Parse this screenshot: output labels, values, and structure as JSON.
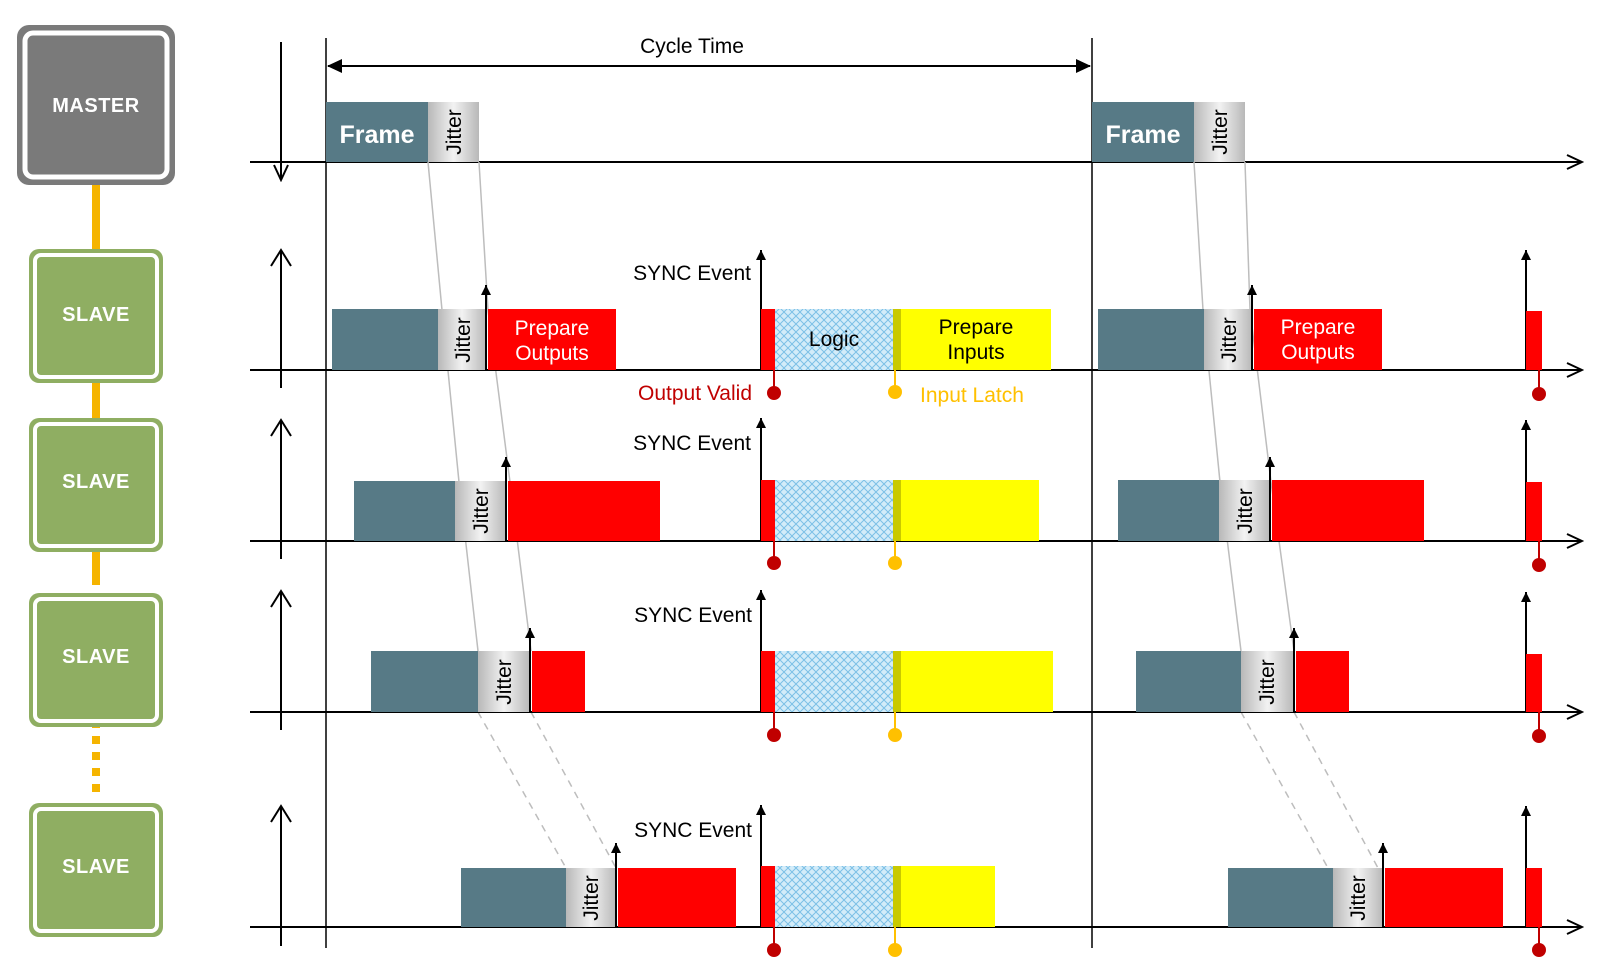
{
  "nodes": {
    "master": "MASTER",
    "slaves": [
      "SLAVE",
      "SLAVE",
      "SLAVE",
      "SLAVE"
    ]
  },
  "labels": {
    "cycle_time": "Cycle Time",
    "frame": "Frame",
    "jitter": "Jitter",
    "sync_event": "SYNC Event",
    "prepare_outputs": "Prepare Outputs",
    "logic": "Logic",
    "prepare_inputs": "Prepare Inputs",
    "output_valid": "Output Valid",
    "input_latch": "Input Latch"
  },
  "colors": {
    "master_node": "#7a7a7a",
    "slave_node": "#8fae62",
    "chain_line": "#f5b400",
    "frame": "#577a86",
    "prepare_outputs": "#ff0000",
    "prepare_inputs": "#ffff00",
    "logic": "#bfe4f7",
    "output_valid": "#c00000",
    "input_latch": "#ffc000"
  }
}
